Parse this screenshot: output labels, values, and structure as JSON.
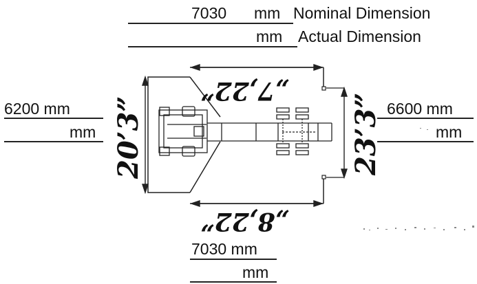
{
  "top": {
    "nominal_value": "7030",
    "nominal_unit": "mm",
    "nominal_caption": "Nominal Dimension",
    "actual_unit": "mm",
    "actual_caption": "Actual Dimension",
    "handwritten": "„7,22”"
  },
  "left": {
    "nominal": "6200  mm",
    "actual": "mm",
    "handwritten": "20’3”"
  },
  "right": {
    "nominal": "6600  mm",
    "actual": "mm",
    "handwritten": "23’3”"
  },
  "bottom": {
    "nominal": "7030 mm",
    "actual": "mm",
    "handwritten": "„8,22”"
  },
  "colors": {
    "ink": "#111111",
    "background": "#ffffff"
  }
}
